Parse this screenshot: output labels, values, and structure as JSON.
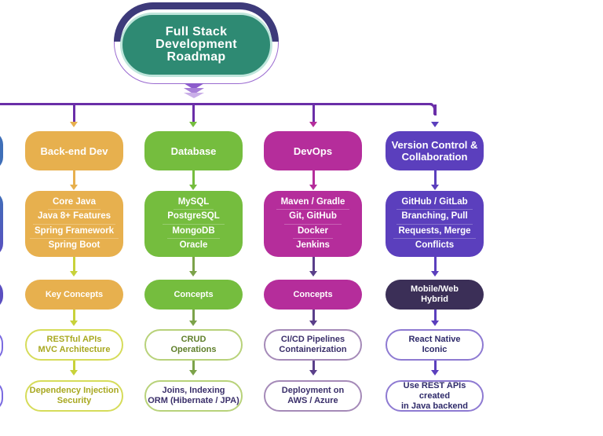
{
  "title": {
    "lines": [
      "Full Stack",
      "Development",
      "Roadmap"
    ]
  },
  "colors": {
    "connector": "#6a2ea8",
    "title_fill": "#2e8a73",
    "title_arch": "#3d3a7a",
    "backend": "#e7b04e",
    "database": "#75bd3e",
    "devops": "#b52d9b",
    "version_control": "#5b3fbd",
    "mobile_concept": "#3b2f57"
  },
  "columns": [
    {
      "id": "backend",
      "heading": "Back-end Dev",
      "items": [
        "Core Java",
        "Java 8+ Features",
        "Spring Framework",
        "Spring Boot"
      ],
      "concept": "Key Concepts",
      "outputs": [
        [
          "RESTful APIs",
          "MVC Architecture"
        ],
        [
          "Dependency Injection",
          "Security"
        ]
      ]
    },
    {
      "id": "database",
      "heading": "Database",
      "items": [
        "MySQL",
        "PostgreSQL",
        "MongoDB",
        "Oracle"
      ],
      "concept": "Concepts",
      "outputs": [
        [
          "CRUD",
          "Operations"
        ],
        [
          "Joins, Indexing",
          "ORM (Hibernate / JPA)"
        ]
      ]
    },
    {
      "id": "devops",
      "heading": "DevOps",
      "items": [
        "Maven / Gradle",
        "Git, GitHub",
        "Docker",
        "Jenkins"
      ],
      "concept": "Concepts",
      "outputs": [
        [
          "CI/CD Pipelines",
          "Containerization"
        ],
        [
          "Deployment on",
          "AWS / Azure"
        ]
      ]
    },
    {
      "id": "version-control",
      "heading": [
        "Version Control &",
        "Collaboration"
      ],
      "items": [
        "GitHub / GitLab",
        "Branching, Pull",
        "Requests, Merge",
        "Conflicts"
      ],
      "concept": [
        "Mobile/Web",
        "Hybrid"
      ],
      "outputs": [
        [
          "React Native",
          "Iconic"
        ],
        [
          "Use REST APIs created",
          "in Java backend"
        ]
      ]
    }
  ]
}
